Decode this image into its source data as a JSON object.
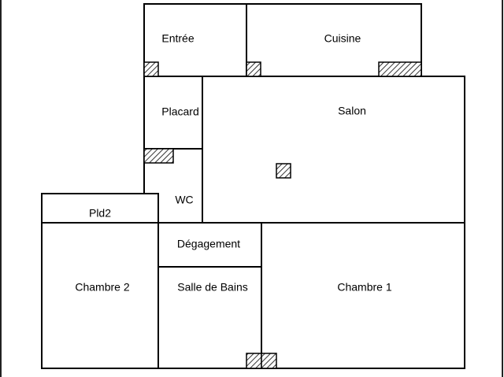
{
  "colors": {
    "wall": "#000000",
    "room_fill": "#ffffff",
    "hatch": "#000000"
  },
  "rooms": {
    "entree": "Entrée",
    "cuisine": "Cuisine",
    "placard": "Placard",
    "salon": "Salon",
    "wc": "WC",
    "pld2": "Pld2",
    "chambre2": "Chambre 2",
    "degagement": "Dégagement",
    "salle_de_bains": "Salle de Bains",
    "chambre1": "Chambre 1"
  }
}
